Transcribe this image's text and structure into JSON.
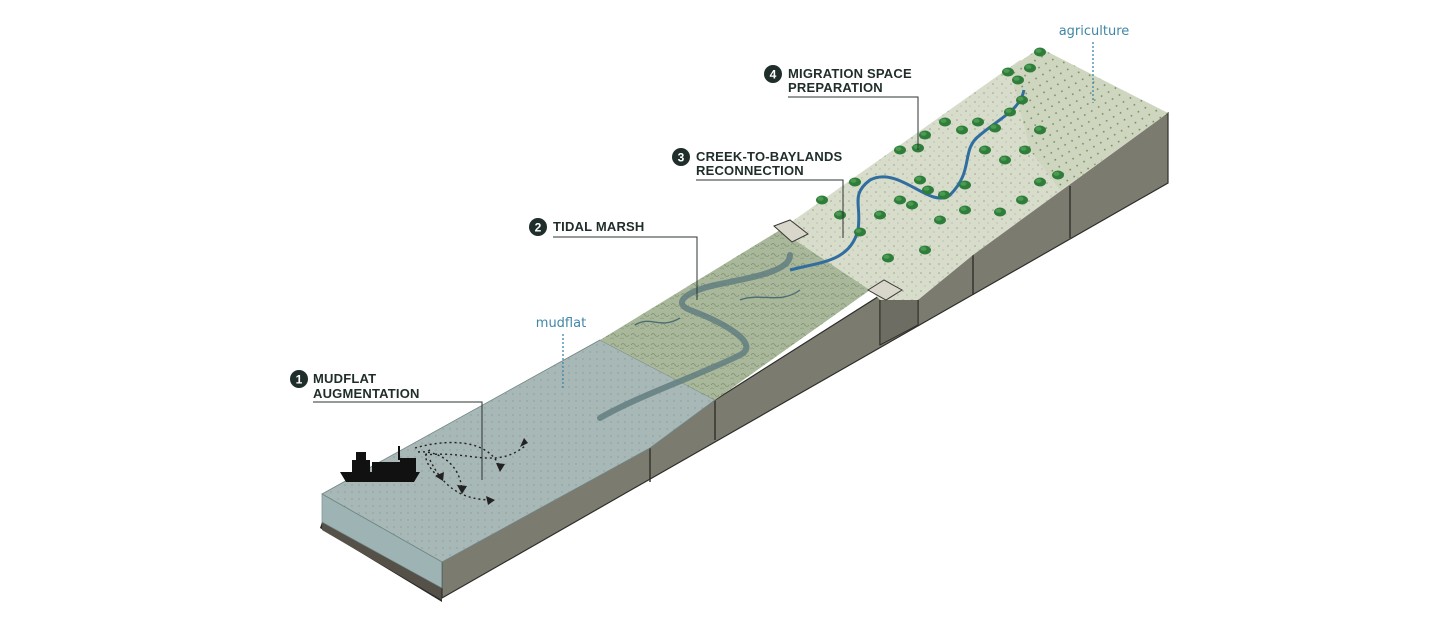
{
  "colors": {
    "label_blue": "#3f86a8",
    "callout_dark": "#1f2d2b",
    "water": "#9fb3b3",
    "marsh": "#a9b79b",
    "upland": "#d7dccb",
    "side_wall": "#7c7b70",
    "tree": "#2f7d3b",
    "creek": "#2f6e9e"
  },
  "labels": {
    "mudflat": "mudflat",
    "agriculture": "agriculture"
  },
  "callouts": [
    {
      "number": "1",
      "line1": "MUDFLAT",
      "line2": "AUGMENTATION"
    },
    {
      "number": "2",
      "line1": "TIDAL MARSH",
      "line2": ""
    },
    {
      "number": "3",
      "line1": "CREEK-TO-BAYLANDS",
      "line2": "RECONNECTION"
    },
    {
      "number": "4",
      "line1": "MIGRATION SPACE",
      "line2": "PREPARATION"
    }
  ],
  "icons": [
    "ship-icon",
    "sediment-arrow-icon",
    "tree-icon",
    "levee-icon"
  ]
}
